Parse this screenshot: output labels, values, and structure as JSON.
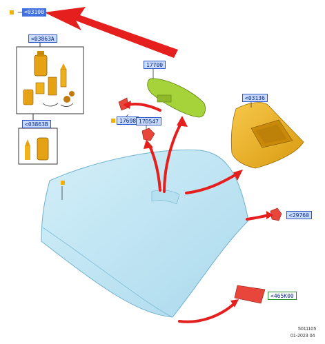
{
  "labels": {
    "main": "<03100",
    "kit_a": "<03863A",
    "kit_b": "<03863B",
    "mirror": "17700",
    "clip": "17698",
    "sensor": "17D547",
    "cover": "<03136",
    "bracket": "<29760",
    "patch": "<465K00"
  },
  "footer": {
    "ref": "5011105",
    "date": "01-2023 04"
  },
  "colors": {
    "arrow": "#e51e1e",
    "glass": "#9fd6ec",
    "part_yellow": "#f2b21a",
    "mirror_green": "#a6d23a",
    "label_blue": "#3f6fe0"
  }
}
